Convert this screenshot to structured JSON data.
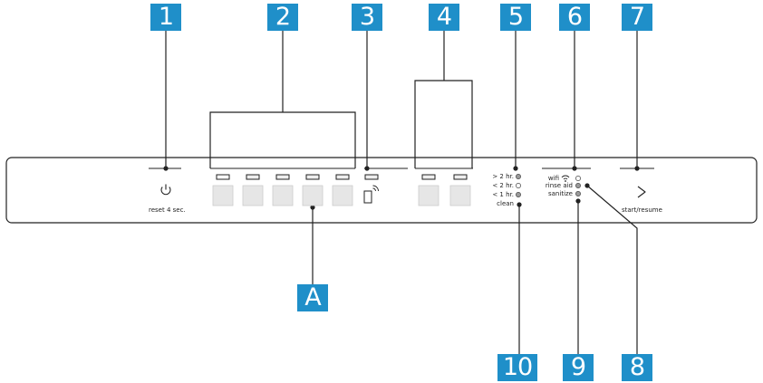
{
  "callouts": {
    "n1": "1",
    "n2": "2",
    "n3": "3",
    "n4": "4",
    "n5": "5",
    "n6": "6",
    "n7": "7",
    "n8": "8",
    "n9": "9",
    "n10": "10",
    "a": "A"
  },
  "panel": {
    "power_label": "reset 4 sec.",
    "start_label": "start/resume",
    "program_buttons": 5,
    "option_buttons": 2,
    "time_indicators": [
      "> 2 hr.",
      "< 2 hr.",
      "< 1 hr.",
      "clean"
    ],
    "status_indicators": [
      "wifi",
      "rinse aid",
      "sanitize"
    ]
  },
  "icons": {
    "power": "power-icon",
    "remote": "remote-start-icon",
    "wifi": "wifi-icon",
    "start": "start-triangle-icon"
  },
  "colors": {
    "badge": "#1f8fc9",
    "line": "#222222",
    "button_fill": "#e6e6e6",
    "led_filled": "#9a9a9a"
  }
}
